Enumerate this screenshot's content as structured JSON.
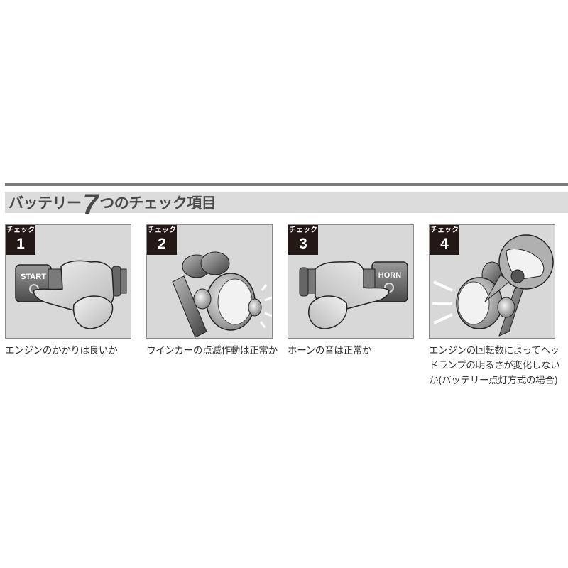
{
  "header": {
    "title_prefix": "バッテリー",
    "title_number": "7",
    "title_suffix": "つのチェック項目"
  },
  "colors": {
    "rule": "#7a7a7a",
    "title_bar": "#dcdcdc",
    "panel_bg": "#d8d8d8",
    "badge_bg": "#231815",
    "badge_text": "#ffffff"
  },
  "checks": [
    {
      "badge_label": "チェック",
      "number": "1",
      "button_label": "START",
      "icon": "thumb-start-button-icon",
      "caption": "エンジンのかかりは良いか"
    },
    {
      "badge_label": "チェック",
      "number": "2",
      "icon": "turn-signal-blink-icon",
      "caption": "ウインカーの点滅作動は正常か"
    },
    {
      "badge_label": "チェック",
      "number": "3",
      "button_label": "HORN",
      "icon": "thumb-horn-button-icon",
      "caption": "ホーンの音は正常か"
    },
    {
      "badge_label": "チェック",
      "number": "4",
      "icon": "headlight-throttle-icon",
      "caption": "エンジンの回転数によってヘッドランプの明るさが変化しないか(バッテリー点灯方式の場合)"
    }
  ]
}
